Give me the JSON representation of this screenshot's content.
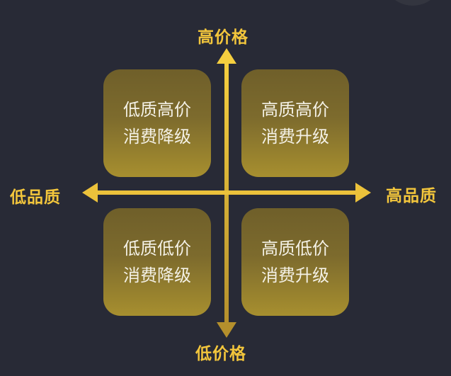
{
  "axes": {
    "top": "高价格",
    "bottom": "低价格",
    "left": "低品质",
    "right": "高品质"
  },
  "quadrants": {
    "top_left": {
      "line1": "低质高价",
      "line2": "消费降级"
    },
    "top_right": {
      "line1": "高质高价",
      "line2": "消费升级"
    },
    "bottom_left": {
      "line1": "低质低价",
      "line2": "消费降级"
    },
    "bottom_right": {
      "line1": "高质低价",
      "line2": "消费升级"
    }
  },
  "colors": {
    "background": "#282a36",
    "accent": "#f3c63c",
    "quadrant_fill_top": "#6f5f2a",
    "quadrant_fill_bottom": "#a78f2f",
    "quadrant_text": "#f4f1e6"
  }
}
